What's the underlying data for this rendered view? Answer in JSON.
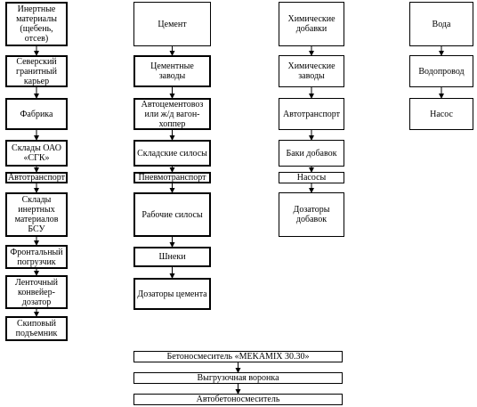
{
  "columns": [
    {
      "id": "inert",
      "nodes": [
        "Инертные материалы (щебень, отсев)",
        "Северский гранитный карьер",
        "Фабрика",
        "Склады ОАО «СГК»",
        "Автотранспорт",
        "Склады инертных материалов БСУ",
        "Фронтальный погрузчик",
        "Ленточный конвейер-дозатор",
        "Скиповый подъемник"
      ]
    },
    {
      "id": "cement",
      "nodes": [
        "Цемент",
        "Цементные заводы",
        "Автоцементовоз или ж/д вагон-хоппер",
        "Складские силосы",
        "Пневмотранспорт",
        "Рабочие силосы",
        "Шнеки",
        "Дозаторы цемента"
      ]
    },
    {
      "id": "additives",
      "nodes": [
        "Химические добавки",
        "Химические заводы",
        "Автотранспорт",
        "Баки добавок",
        "Насосы",
        "Дозаторы добавок"
      ]
    },
    {
      "id": "water",
      "nodes": [
        "Вода",
        "Водопровод",
        "Насос"
      ]
    }
  ],
  "bottom": [
    "Бетоносмеситель «MEKAMIX 30.30»",
    "Выгрузочная воронка",
    "Автобетоносмеситель"
  ]
}
